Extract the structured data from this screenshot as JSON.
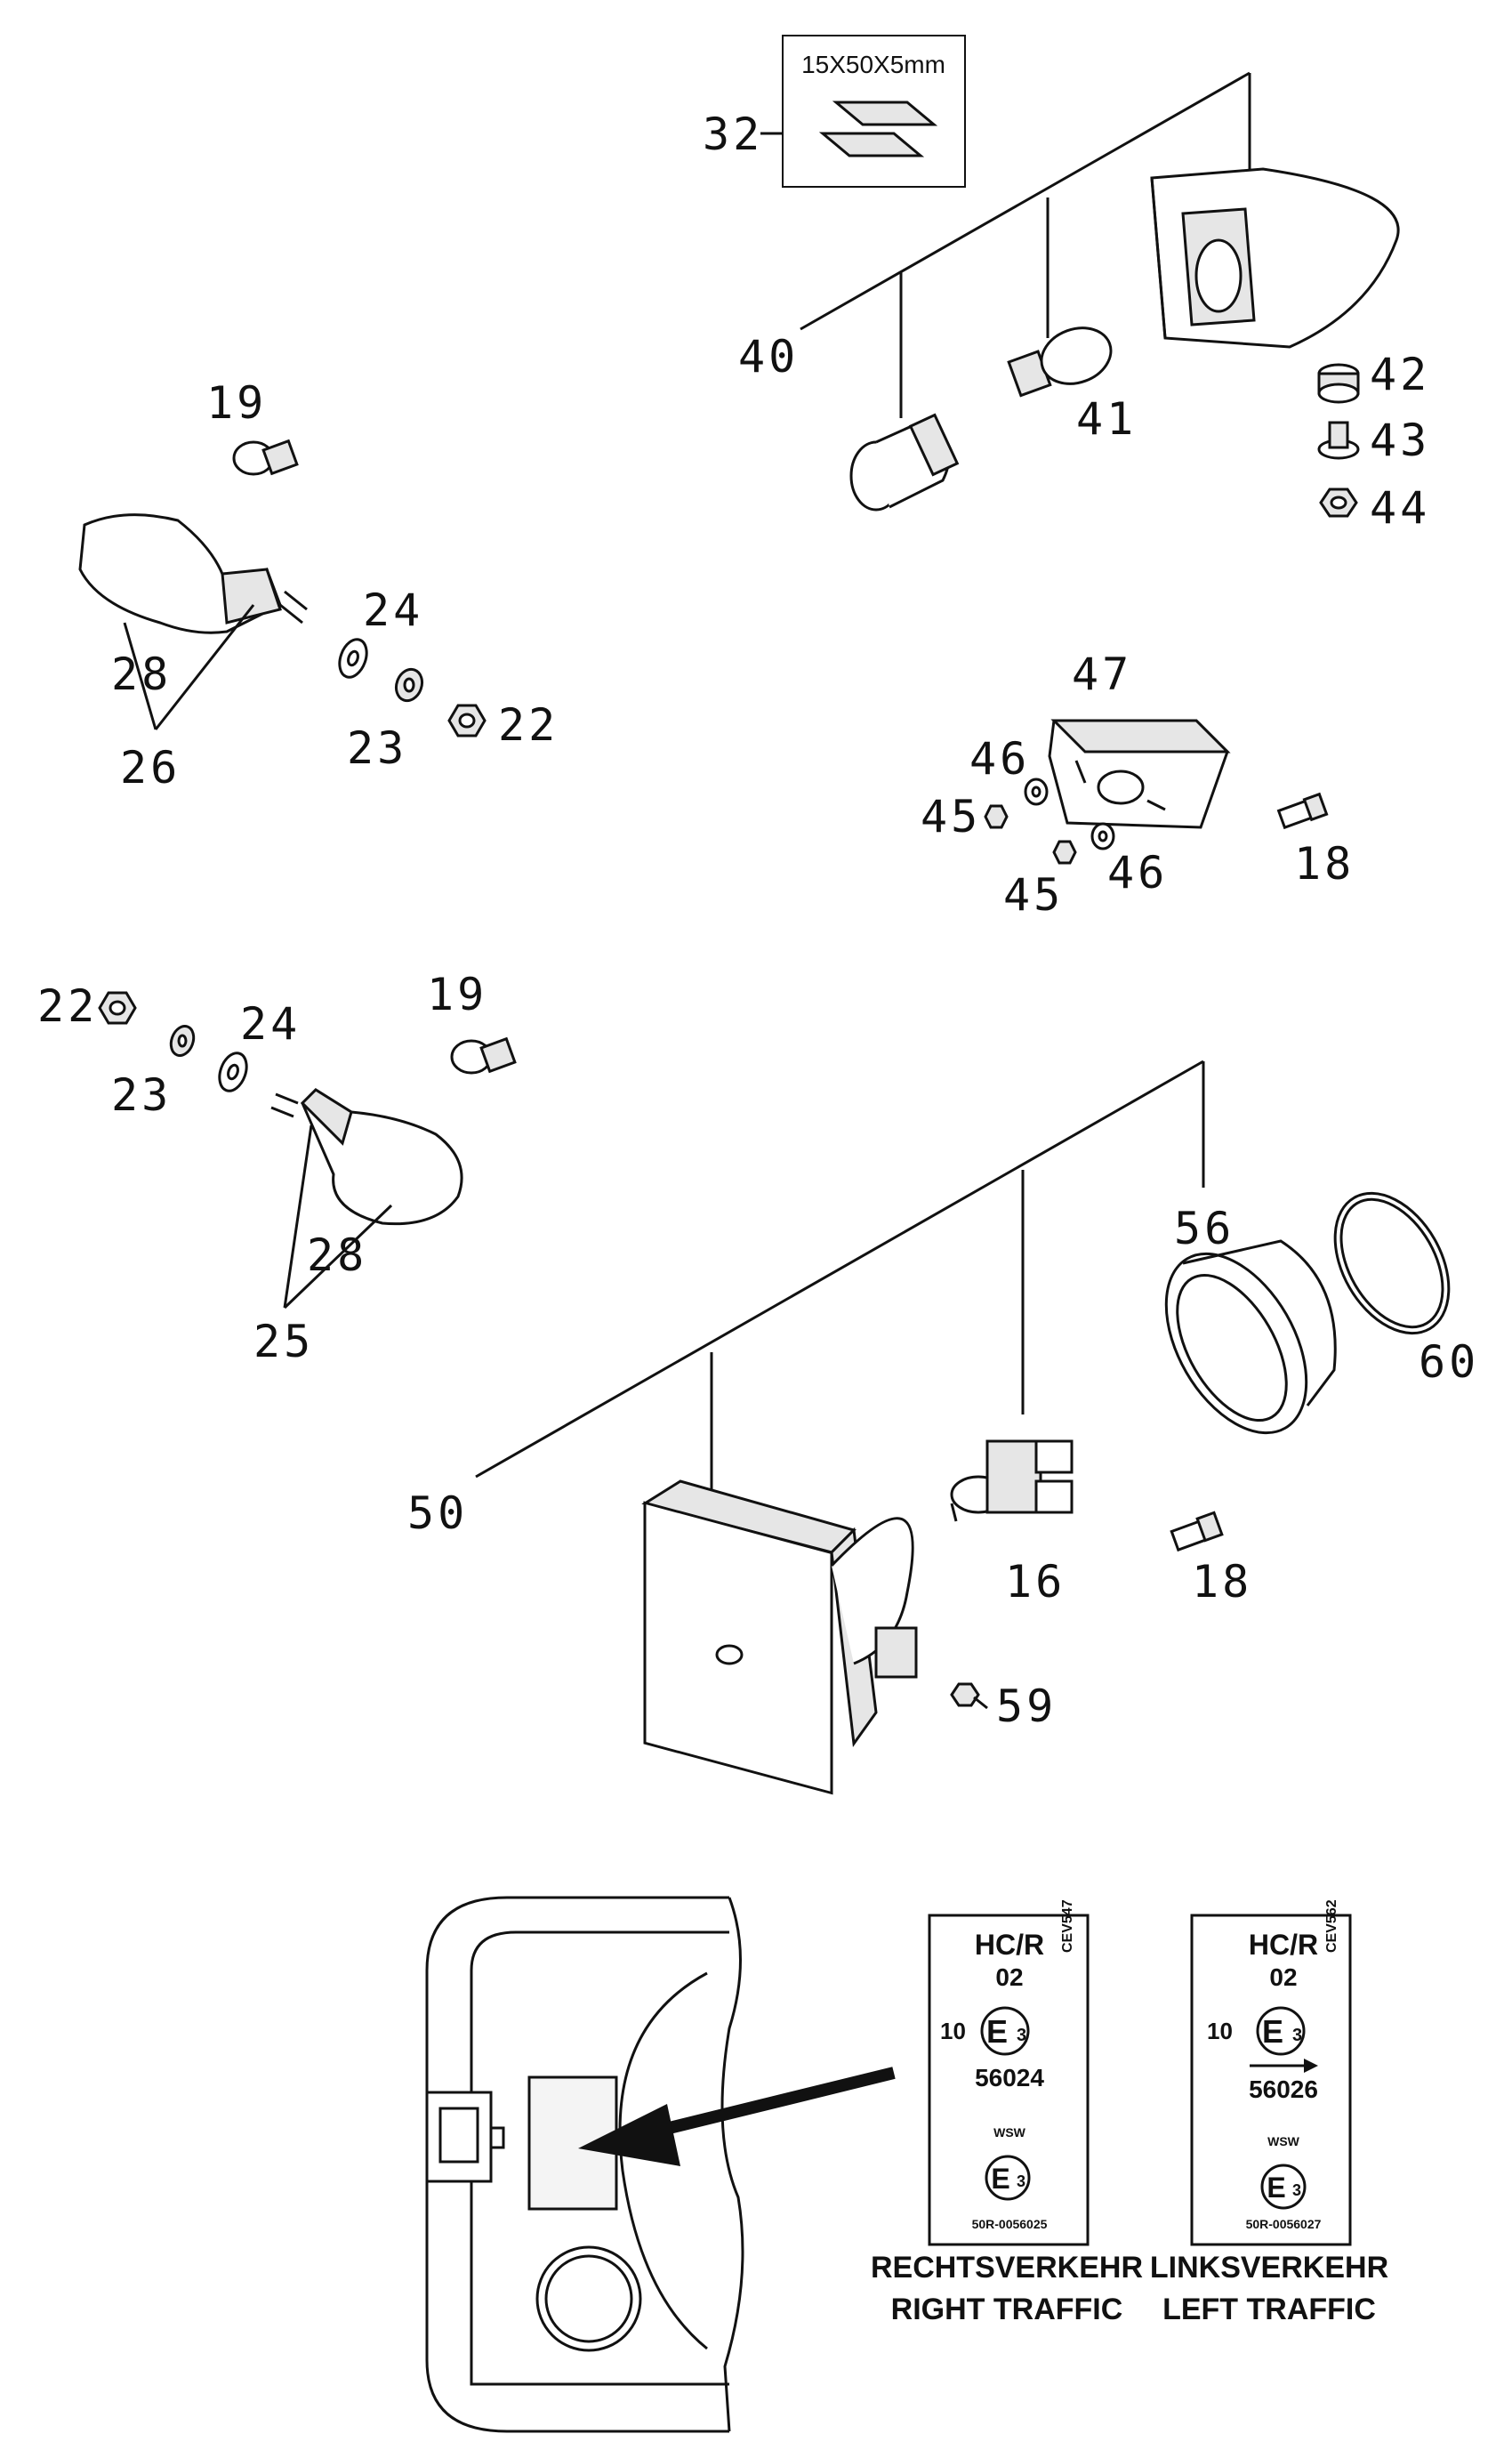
{
  "callouts": {
    "c32": "32",
    "c40": "40",
    "c41": "41",
    "c42": "42",
    "c43": "43",
    "c44": "44",
    "c19a": "19",
    "c24a": "24",
    "c28a": "28",
    "c23a": "23",
    "c22a": "22",
    "c26": "26",
    "c47": "47",
    "c46a": "46",
    "c45a": "45",
    "c45b": "45",
    "c46b": "46",
    "c18a": "18",
    "c22b": "22",
    "c19b": "19",
    "c24b": "24",
    "c23b": "23",
    "c28b": "28",
    "c25": "25",
    "c56": "56",
    "c60": "60",
    "c50": "50",
    "c16": "16",
    "c18b": "18",
    "c59": "59"
  },
  "pad_box": {
    "dimension": "15X50X5mm"
  },
  "labels": {
    "right": {
      "code": "HC/R",
      "class": "02",
      "side_num": "10",
      "mark": "E",
      "mark_sub": "3",
      "approval": "56024",
      "side_code": "CEV547",
      "wsw": "WSW",
      "mark2": "E",
      "mark2_sub": "3",
      "small_code": "50R-0056025",
      "caption_de": "RECHTSVERKEHR",
      "caption_en": "RIGHT TRAFFIC"
    },
    "left": {
      "code": "HC/R",
      "class": "02",
      "side_num": "10",
      "mark": "E",
      "mark_sub": "3",
      "approval": "56026",
      "side_code": "CEV562",
      "wsw": "WSW",
      "mark2": "E",
      "mark2_sub": "3",
      "small_code": "50R-0056027",
      "caption_de": "LINKSVERKEHR",
      "caption_en": "LEFT TRAFFIC"
    }
  }
}
